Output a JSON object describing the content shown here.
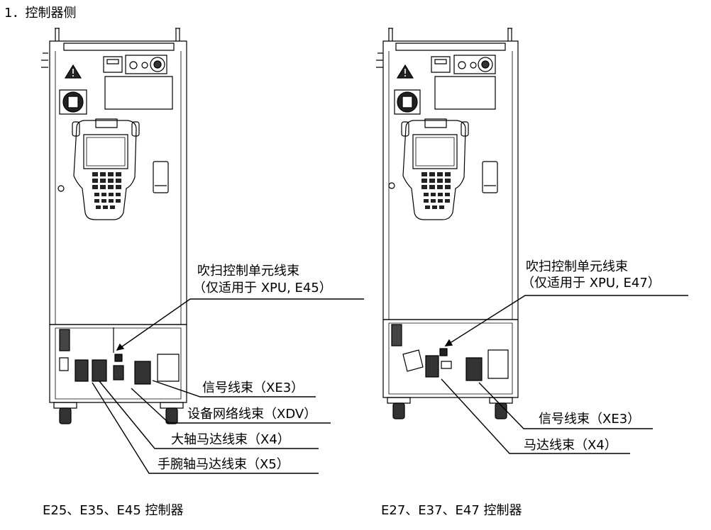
{
  "heading": "1．控制器侧",
  "left": {
    "caption": "E25、E35、E45 控制器",
    "labels": {
      "purge_line1": "吹扫控制单元线束",
      "purge_line2": "（仅适用于 XPU, E45）",
      "signal": "信号线束（XE3）",
      "network": "设备网络线束（XDV）",
      "main_axis": "大轴马达线束（X4）",
      "wrist_axis": "手腕轴马达线束（X5）"
    }
  },
  "right": {
    "caption": "E27、E37、E47 控制器",
    "labels": {
      "purge_line1": "吹扫控制单元线束",
      "purge_line2": "（仅适用于 XPU, E47）",
      "signal": "信号线束（XE3）",
      "motor": "马达线束（X4）"
    }
  }
}
